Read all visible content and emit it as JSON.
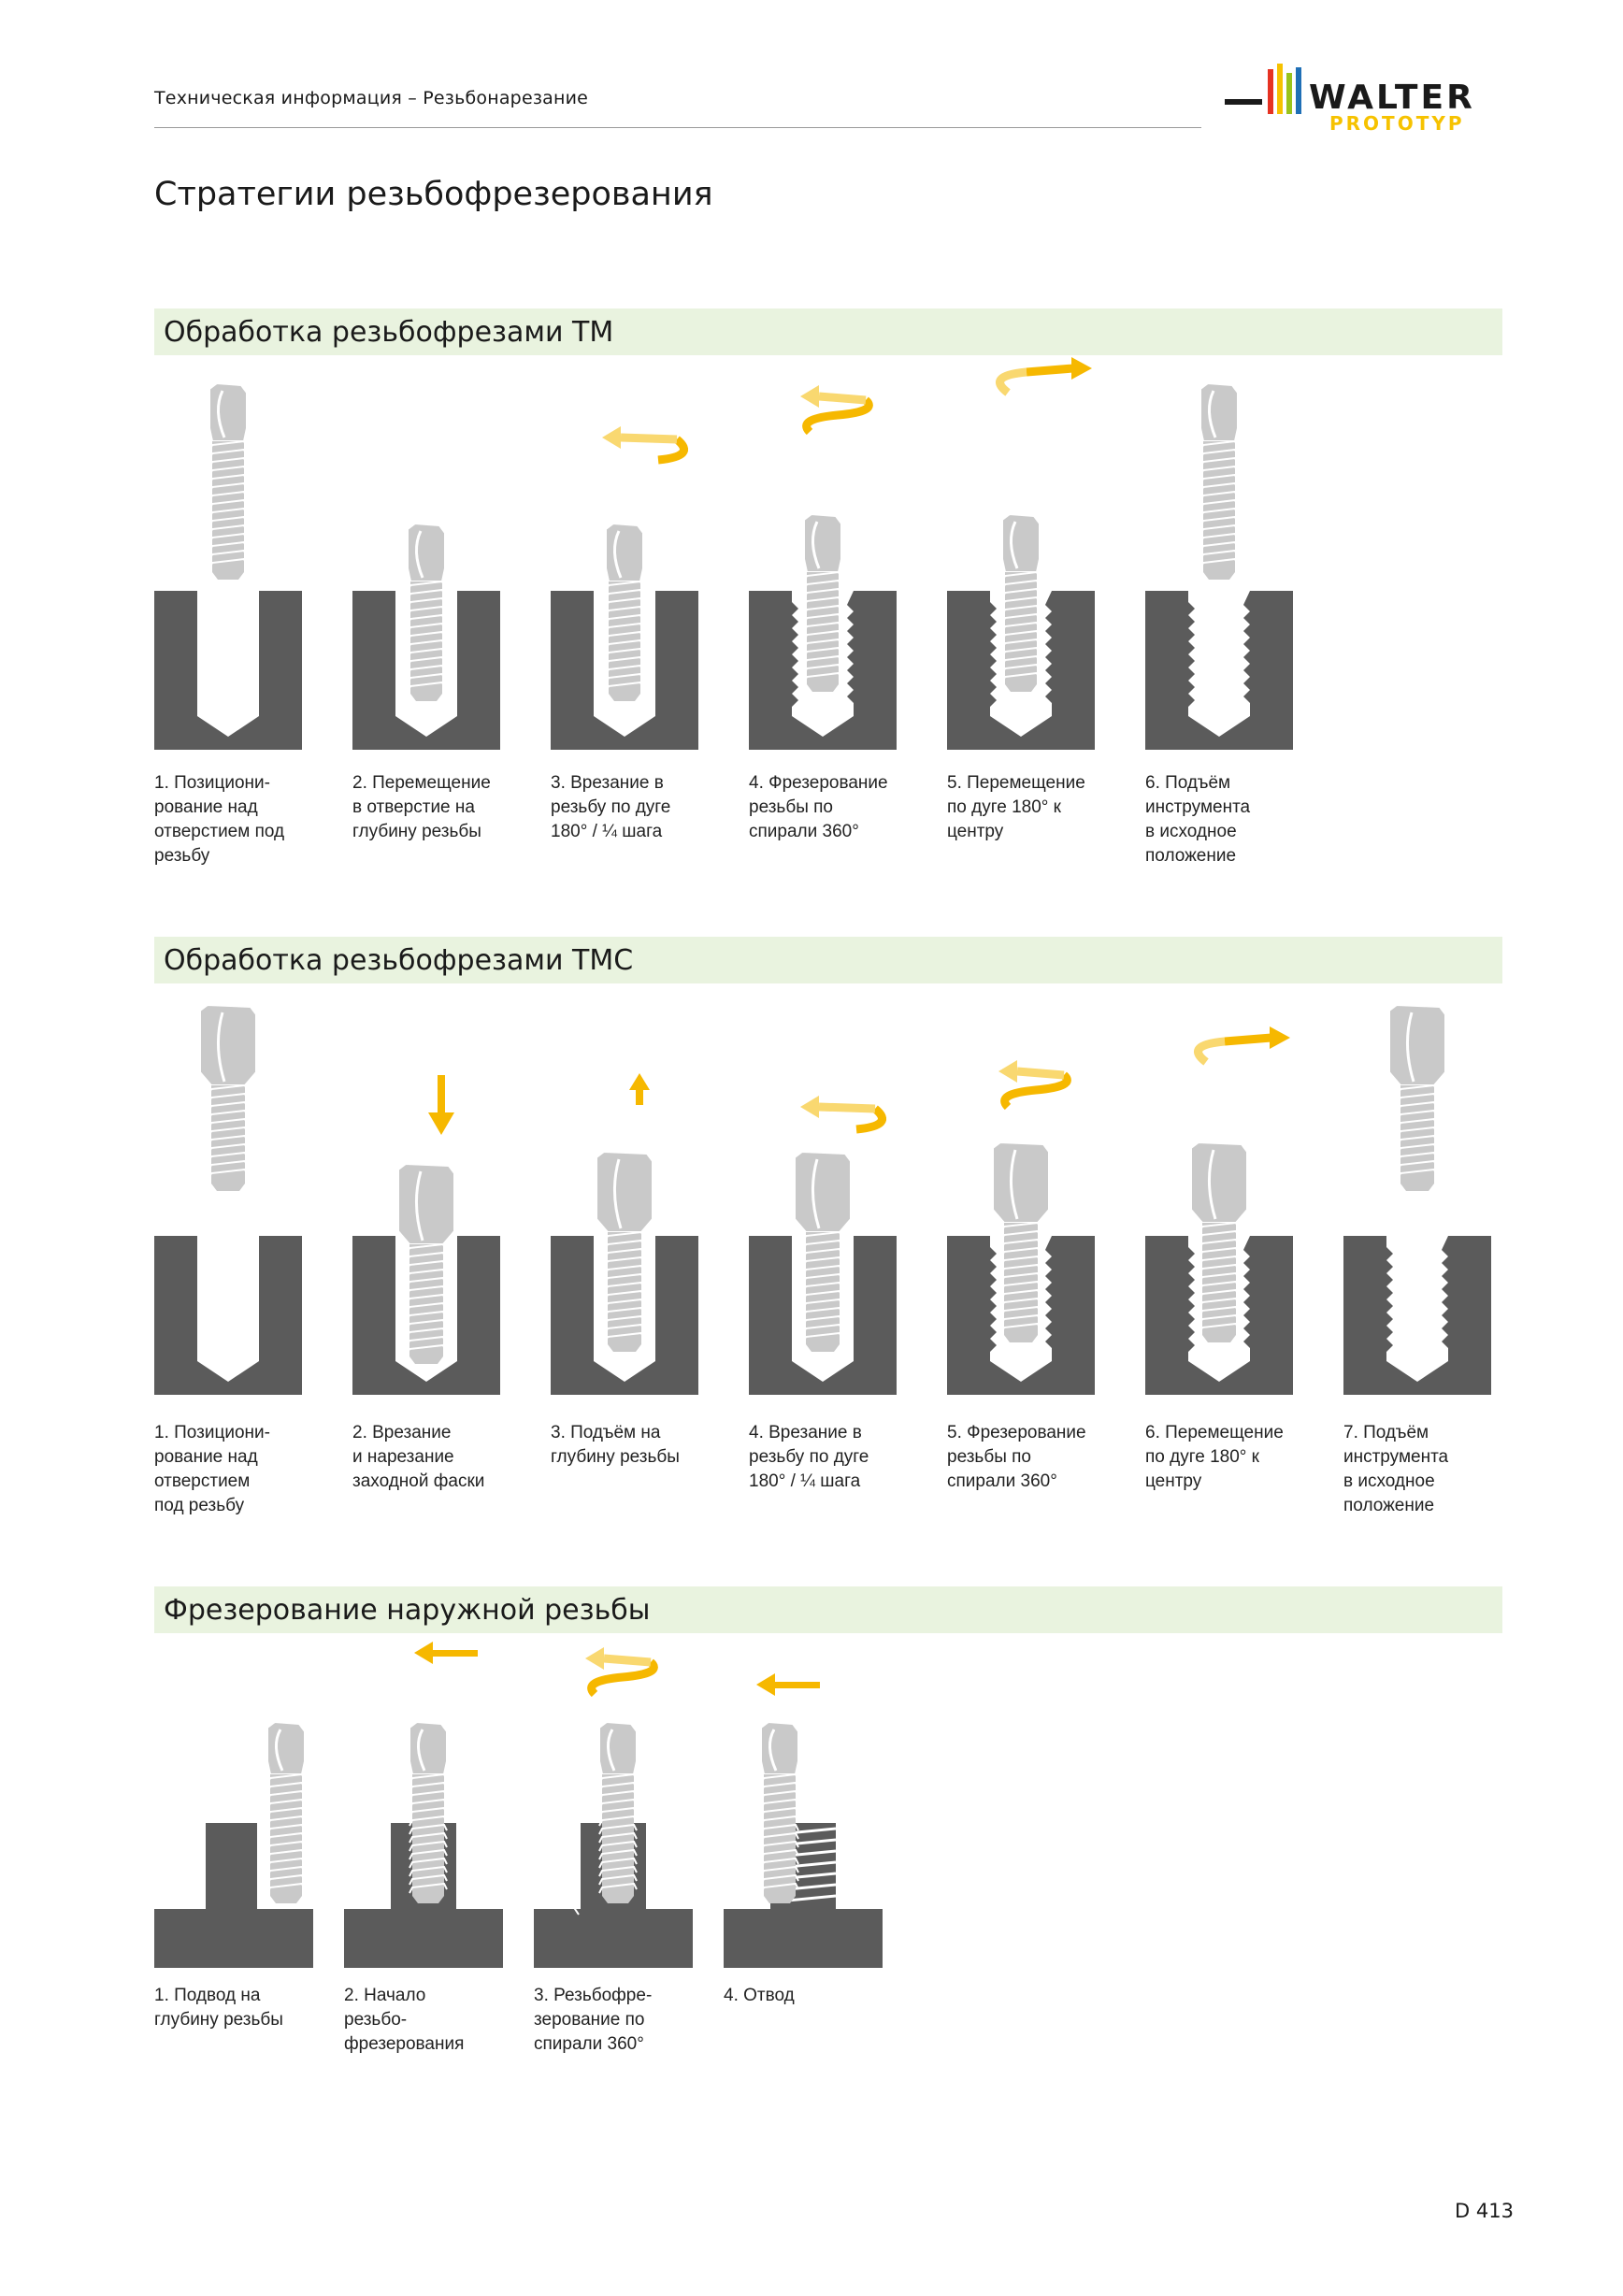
{
  "header": {
    "running_title": "Техническая информация – Резьбонарезание",
    "page_title": "Стратегии резьбофрезерования",
    "logo": {
      "brand": "WALTER",
      "line": "PROTOTYP",
      "colors": [
        "#e63222",
        "#f6c200",
        "#9ac31c",
        "#1f6fb6",
        "#8a3b8f"
      ]
    }
  },
  "colors": {
    "band": "#e9f3df",
    "material": "#5b5b5b",
    "tool": "#c9c9c9",
    "arrow": "#f6b800"
  },
  "sections": [
    {
      "title": "Обработка резьбофрезами TM",
      "steps": [
        {
          "caption": "1. Позициони-\nрование над\nотверстием под\nрезьбу",
          "arrow_icon": ""
        },
        {
          "caption": "2. Перемещение\nв отверстие на\nглубину резьбы",
          "arrow_icon": ""
        },
        {
          "caption": "3. Врезание в\nрезьбу по дуге\n180° / ¼ шага",
          "arrow_icon": "arc-arrow-left-icon"
        },
        {
          "caption": "4. Фрезерование\nрезьбы по\nспирали 360°",
          "arrow_icon": "spiral-arrow-icon"
        },
        {
          "caption": "5. Перемещение\nпо дуге 180° к\nцентру",
          "arrow_icon": "arc-arrow-right-icon"
        },
        {
          "caption": "6. Подъём\nинструмента\nв исходное\nположение",
          "arrow_icon": ""
        }
      ]
    },
    {
      "title": "Обработка резьбофрезами TMC",
      "steps": [
        {
          "caption": "1. Позициони-\nрование над\nотверстием\nпод резьбу",
          "arrow_icon": ""
        },
        {
          "caption": "2. Врезание\nи нарезание\nзаходной фаски",
          "arrow_icon": "arrow-down-icon"
        },
        {
          "caption": "3. Подъём на\nглубину резьбы",
          "arrow_icon": "arrow-up-icon"
        },
        {
          "caption": "4. Врезание в\nрезьбу по дуге\n180° / ¼ шага",
          "arrow_icon": "arc-arrow-left-icon"
        },
        {
          "caption": "5. Фрезерование\nрезьбы по\nспирали 360°",
          "arrow_icon": "spiral-arrow-icon"
        },
        {
          "caption": "6. Перемещение\nпо дуге 180° к\nцентру",
          "arrow_icon": "arc-arrow-right-icon"
        },
        {
          "caption": "7. Подъём\nинструмента\nв исходное\nположение",
          "arrow_icon": ""
        }
      ]
    },
    {
      "title": "Фрезерование наружной резьбы",
      "steps": [
        {
          "caption": "1. Подвод на\nглубину резьбы",
          "arrow_icon": ""
        },
        {
          "caption": "2. Начало\nрезьбо-\nфрезерования",
          "arrow_icon": "arrow-left-icon"
        },
        {
          "caption": "3. Резьбофре-\nзерование по\nспирали 360°",
          "arrow_icon": "spiral-arrow-icon"
        },
        {
          "caption": "4. Отвод",
          "arrow_icon": "arrow-left-icon"
        }
      ]
    }
  ],
  "footer": {
    "page_number": "D 413"
  }
}
